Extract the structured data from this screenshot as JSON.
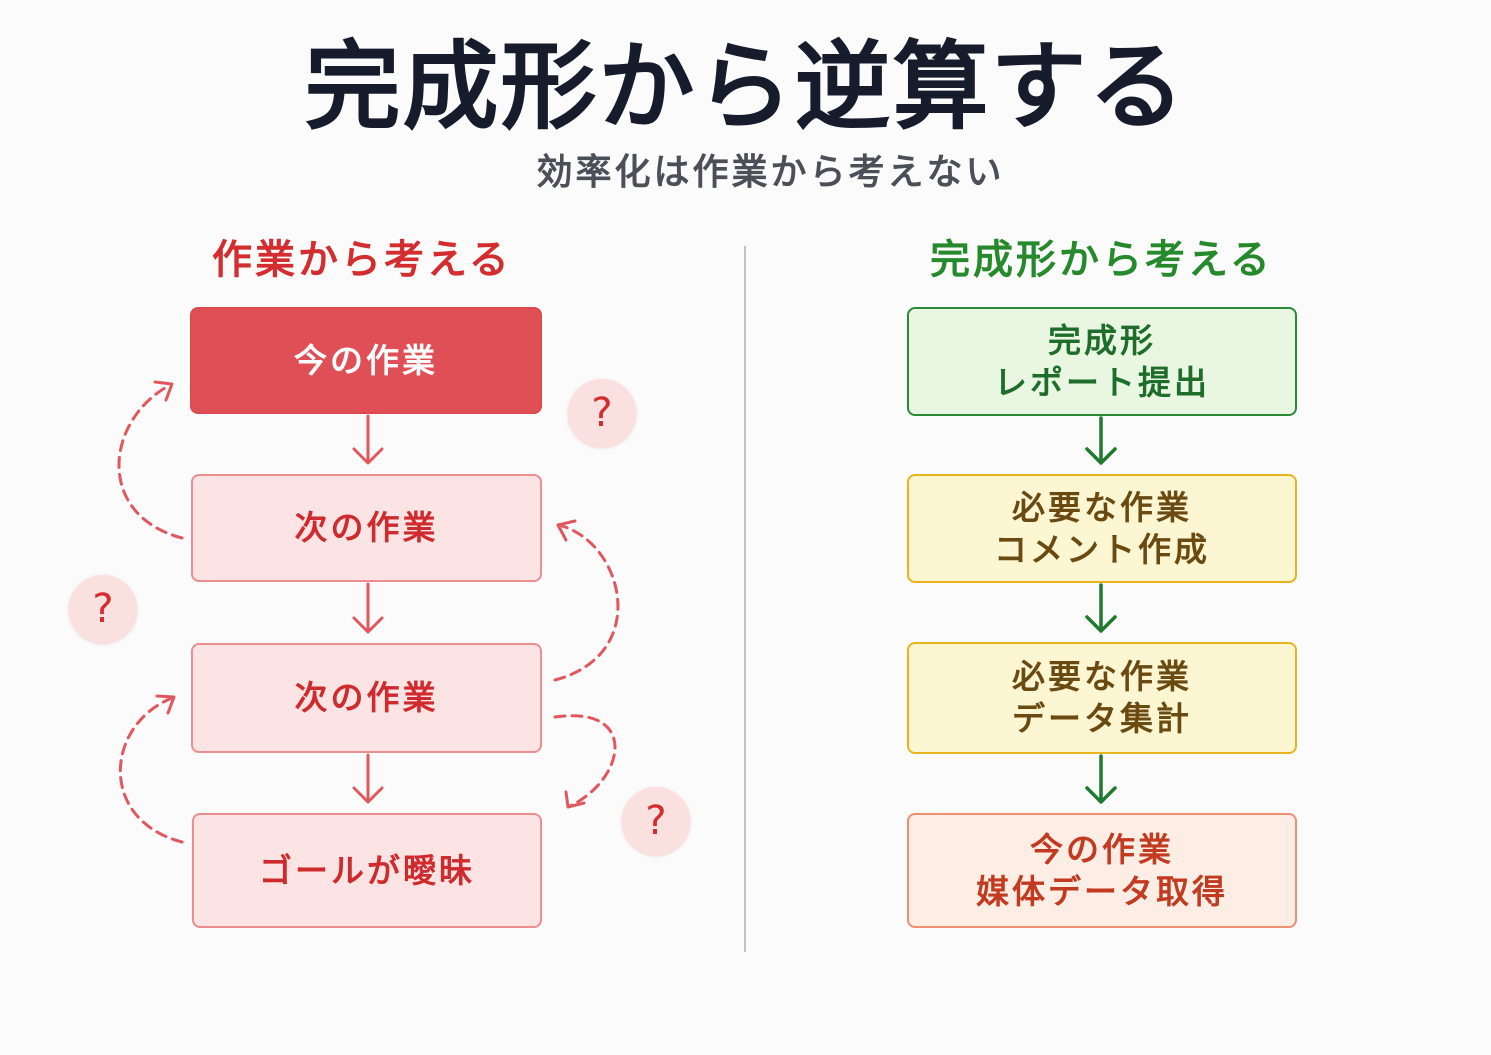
{
  "title": "完成形から逆算する",
  "subtitle": "効率化は作業から考えない",
  "left": {
    "heading": "作業から考える",
    "boxes": [
      "今の作業",
      "次の作業",
      "次の作業",
      "ゴールが曖昧"
    ],
    "question_mark": "?"
  },
  "right": {
    "heading": "完成形から考える",
    "boxes": [
      {
        "line1": "完成形",
        "line2": "レポート提出"
      },
      {
        "line1": "必要な作業",
        "line2": "コメント作成"
      },
      {
        "line1": "必要な作業",
        "line2": "データ集計"
      },
      {
        "line1": "今の作業",
        "line2": "媒体データ取得"
      }
    ]
  },
  "colors": {
    "left_accent": "#d42d2f",
    "right_accent": "#268a2c",
    "current_fill": "#e04f56",
    "yellow_border": "#e8b41e",
    "orange_border": "#ee9070"
  }
}
